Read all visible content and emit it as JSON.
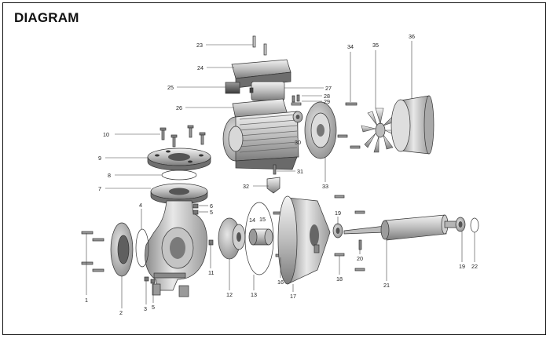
{
  "title": "DIAGRAM",
  "callouts": [
    {
      "id": "c1",
      "text": "1"
    },
    {
      "id": "c2",
      "text": "2"
    },
    {
      "id": "c3",
      "text": "3"
    },
    {
      "id": "c4",
      "text": "4"
    },
    {
      "id": "c5a",
      "text": "5"
    },
    {
      "id": "c5b",
      "text": "5"
    },
    {
      "id": "c6",
      "text": "6"
    },
    {
      "id": "c7",
      "text": "7"
    },
    {
      "id": "c8",
      "text": "8"
    },
    {
      "id": "c9",
      "text": "9"
    },
    {
      "id": "c10",
      "text": "10"
    },
    {
      "id": "c11",
      "text": "11"
    },
    {
      "id": "c12",
      "text": "12"
    },
    {
      "id": "c13",
      "text": "13"
    },
    {
      "id": "c14",
      "text": "14"
    },
    {
      "id": "c15",
      "text": "15"
    },
    {
      "id": "c16",
      "text": "16"
    },
    {
      "id": "c17",
      "text": "17"
    },
    {
      "id": "c18",
      "text": "18"
    },
    {
      "id": "c19a",
      "text": "19"
    },
    {
      "id": "c19b",
      "text": "19"
    },
    {
      "id": "c20",
      "text": "20"
    },
    {
      "id": "c21",
      "text": "21"
    },
    {
      "id": "c22",
      "text": "22"
    },
    {
      "id": "c23",
      "text": "23"
    },
    {
      "id": "c24",
      "text": "24"
    },
    {
      "id": "c25",
      "text": "25"
    },
    {
      "id": "c26",
      "text": "26"
    },
    {
      "id": "c27",
      "text": "27"
    },
    {
      "id": "c28",
      "text": "28"
    },
    {
      "id": "c29",
      "text": "29"
    },
    {
      "id": "c30",
      "text": "30"
    },
    {
      "id": "c31",
      "text": "31"
    },
    {
      "id": "c32",
      "text": "32"
    },
    {
      "id": "c33",
      "text": "33"
    },
    {
      "id": "c34",
      "text": "34"
    },
    {
      "id": "c35",
      "text": "35"
    },
    {
      "id": "c36",
      "text": "36"
    }
  ]
}
